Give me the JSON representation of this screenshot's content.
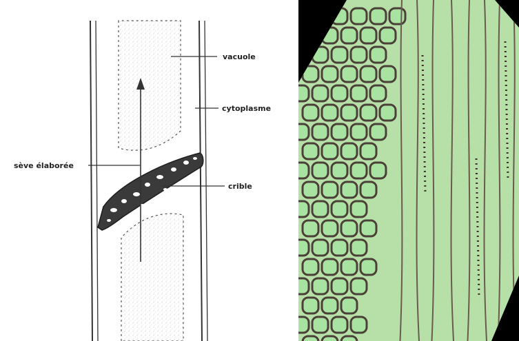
{
  "diagram": {
    "labels": {
      "vacuole": "vacuole",
      "cytoplasme": "cytoplasme",
      "seve": "sève élaborée",
      "crible": "crible"
    }
  },
  "micrograph": {
    "colors": {
      "background": "#000000",
      "cell_fill": "#a9e3a2",
      "cell_wall": "#4b4038",
      "fiber_fill": "#b6e0a8",
      "fiber_line": "#6a5a4e"
    }
  }
}
